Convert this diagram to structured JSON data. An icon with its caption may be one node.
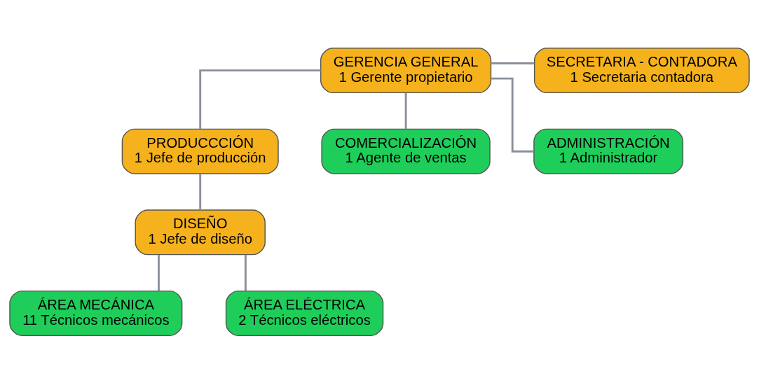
{
  "diagram": {
    "nodes": [
      {
        "text": [
          "GERENCIA GENERAL",
          "1 Gerente propietario"
        ]
      },
      {
        "text": [
          "SECRETARIA - CONTADORA",
          "1 Secretaria contadora"
        ]
      },
      {
        "text": [
          "PRODUCCCIÓN",
          "1 Jefe de producción"
        ]
      },
      {
        "text": [
          "COMERCIALIZACIÓN",
          "1 Agente de ventas"
        ]
      },
      {
        "text": [
          "ADMINISTRACIÓN",
          "1 Administrador"
        ]
      },
      {
        "text": [
          "DISEÑO",
          "1 Jefe de diseño"
        ]
      },
      {
        "text": [
          "ÁREA MECÁNICA",
          "11 Técnicos mecánicos"
        ]
      },
      {
        "text": [
          "ÁREA ELÉCTRICA",
          "2 Técnicos eléctricos"
        ]
      }
    ],
    "edges": [
      {
        "from": 0,
        "to": 1,
        "arrow": "none"
      },
      {
        "from": 0,
        "to": 2,
        "arrow": "none"
      },
      {
        "from": 0,
        "to": 3,
        "arrow": "none"
      },
      {
        "from": 0,
        "to": 4,
        "arrow": "none"
      },
      {
        "from": 2,
        "to": 5,
        "arrow": "none"
      },
      {
        "from": 5,
        "to": 6,
        "arrow": "none"
      },
      {
        "from": 5,
        "to": 7,
        "arrow": "none"
      }
    ]
  }
}
